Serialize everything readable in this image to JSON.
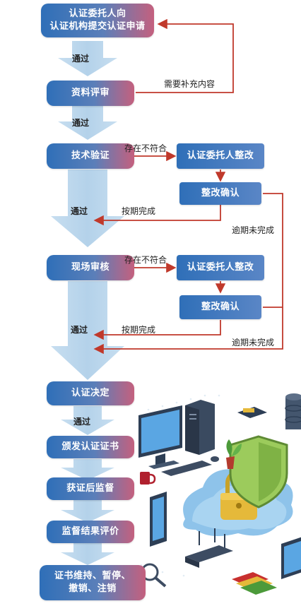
{
  "nodes": {
    "apply": "认证机构提交认证申请",
    "apply_line1": "认证委托人向",
    "apply_line2": "认证机构提交认证申请",
    "doc_review": "资料评审",
    "tech_verify": "技术验证",
    "rectify_1": "认证委托人整改",
    "confirm_1": "整改确认",
    "site_review": "现场审核",
    "rectify_2": "认证委托人整改",
    "confirm_2": "整改确认",
    "decision": "认证决定",
    "issue_cert": "颁发认证证书",
    "post_supervision": "获证后监督",
    "supervision_eval": "监督结果评价",
    "maintain_line1": "证书维持、暂停、",
    "maintain_line2": "撤销、注销"
  },
  "labels": {
    "pass_1": "通过",
    "pass_2": "通过",
    "pass_3": "通过",
    "pass_4": "通过",
    "pass_5": "通过",
    "need_supplement": "需要补充内容",
    "nonconform_1": "存在不符合",
    "nonconform_2": "存在不符合",
    "on_time_1": "按期完成",
    "on_time_2": "按期完成",
    "overdue_1": "逾期未完成",
    "overdue_2": "逾期未完成"
  },
  "colors": {
    "node_blue": "#2f6fb8",
    "node_pink": "#c4607e",
    "arrow_red": "#c0392b",
    "flow_arrow": "#a9cbe6"
  }
}
